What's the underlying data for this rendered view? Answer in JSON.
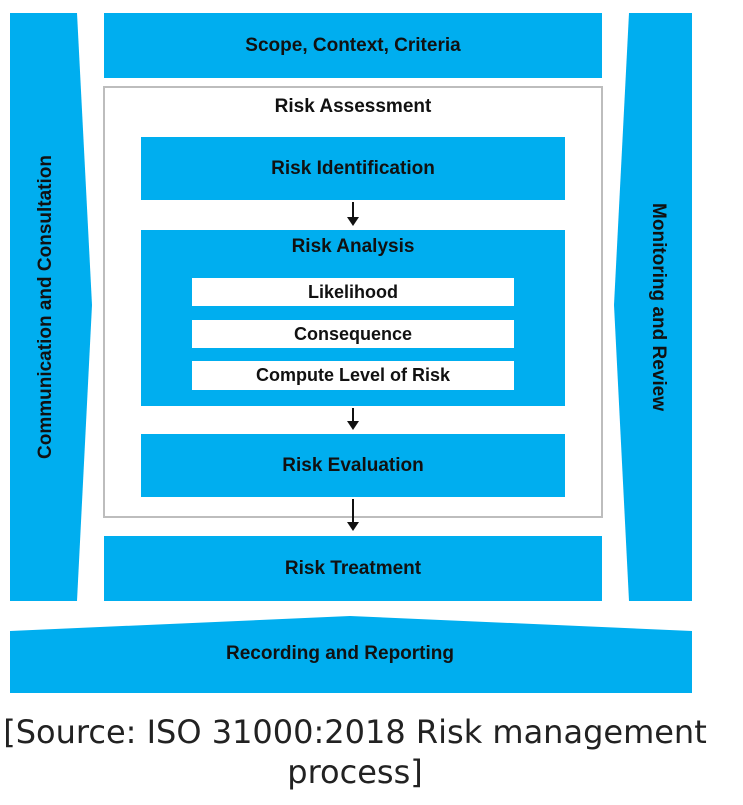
{
  "colors": {
    "accent": "#00aeef",
    "border": "#bdbdbd",
    "text": "#111111"
  },
  "left_bar": "Communication and Consultation",
  "right_bar": "Monitoring and Review",
  "top_box": "Scope, Context, Criteria",
  "assessment": {
    "title": "Risk Assessment",
    "identification": "Risk Identification",
    "analysis": {
      "title": "Risk Analysis",
      "items": [
        "Likelihood",
        "Consequence",
        "Compute Level of Risk"
      ]
    },
    "evaluation": "Risk Evaluation"
  },
  "treatment": "Risk Treatment",
  "bottom_bar": "Recording and Reporting",
  "caption": "[Source: ISO 31000:2018 Risk management process]"
}
